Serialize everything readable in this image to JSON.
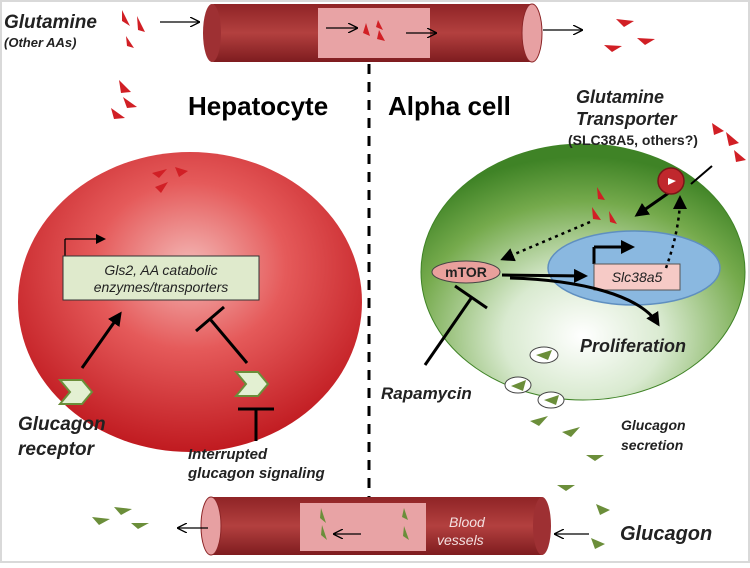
{
  "labels": {
    "glutamine": "Glutamine",
    "other_aas": "(Other AAs)",
    "hepatocyte": "Hepatocyte",
    "alpha_cell": "Alpha cell",
    "transporter_title_1": "Glutamine",
    "transporter_title_2": "Transporter",
    "transporter_sub": "(SLC38A5, others?)",
    "gene_box_line1": "Gls2, AA catabolic",
    "gene_box_line2": "enzymes/transporters",
    "mtor": "mTOR",
    "slc38a5": "Slc38a5",
    "proliferation": "Proliferation",
    "rapamycin": "Rapamycin",
    "glucagon_receptor_1": "Glucagon",
    "glucagon_receptor_2": "receptor",
    "interrupted_1": "Interrupted",
    "interrupted_2": "glucagon signaling",
    "glucagon_secretion_1": "Glucagon",
    "glucagon_secretion_2": "secretion",
    "blood_vessels_1": "Blood",
    "blood_vessels_2": "vessels",
    "glucagon": "Glucagon"
  },
  "colors": {
    "vessel": "#a8373a",
    "vessel_inner": "#e8a3a5",
    "glutamine_mark": "#d11f25",
    "glucagon_mark": "#6b8e3a",
    "hepatocyte_fill": "#d7242b",
    "alpha_fill": "#5c9a35",
    "nucleus": "#8ab8e0",
    "gene_box": "#dfeacc",
    "mtor": "#e9a09c"
  }
}
